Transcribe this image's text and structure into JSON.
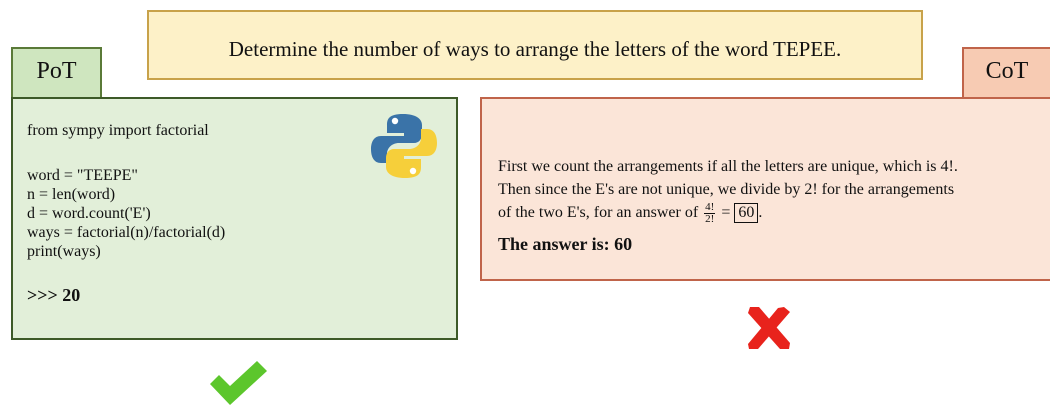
{
  "question": {
    "text": "Determine the number of ways to arrange the letters of the word TEPEE."
  },
  "pot": {
    "label": "PoT",
    "logo_icon": "python-logo-icon",
    "code_lines": [
      "from sympy import factorial",
      "word = \"TEEPE\"",
      "n = len(word)",
      "d = word.count('E')",
      "ways = factorial(n)/factorial(d)",
      "print(ways)"
    ],
    "result": ">>> 20",
    "verdict_icon": "check-mark-icon",
    "verdict_color": "#5cc62c"
  },
  "cot": {
    "label": "CoT",
    "line1": "First we count the arrangements if all the letters are unique, which is 4!.",
    "line2": "Then since the E's are not unique, we divide by 2! for the arrangements",
    "line3_prefix": "of the two E's, for an answer of",
    "frac_num": "4!",
    "frac_den": "2!",
    "equals": "=",
    "boxed_answer": "60",
    "line3_suffix": ".",
    "answer": "The answer is: 60",
    "verdict_icon": "cross-mark-icon",
    "verdict_color": "#e8231c"
  },
  "colors": {
    "question_bg": "#fdf1c8",
    "question_border": "#c8a24a",
    "pot_bg": "#e2efd9",
    "pot_border": "#3d5a28",
    "cot_bg": "#fbe5d8",
    "cot_border": "#c0644a"
  }
}
